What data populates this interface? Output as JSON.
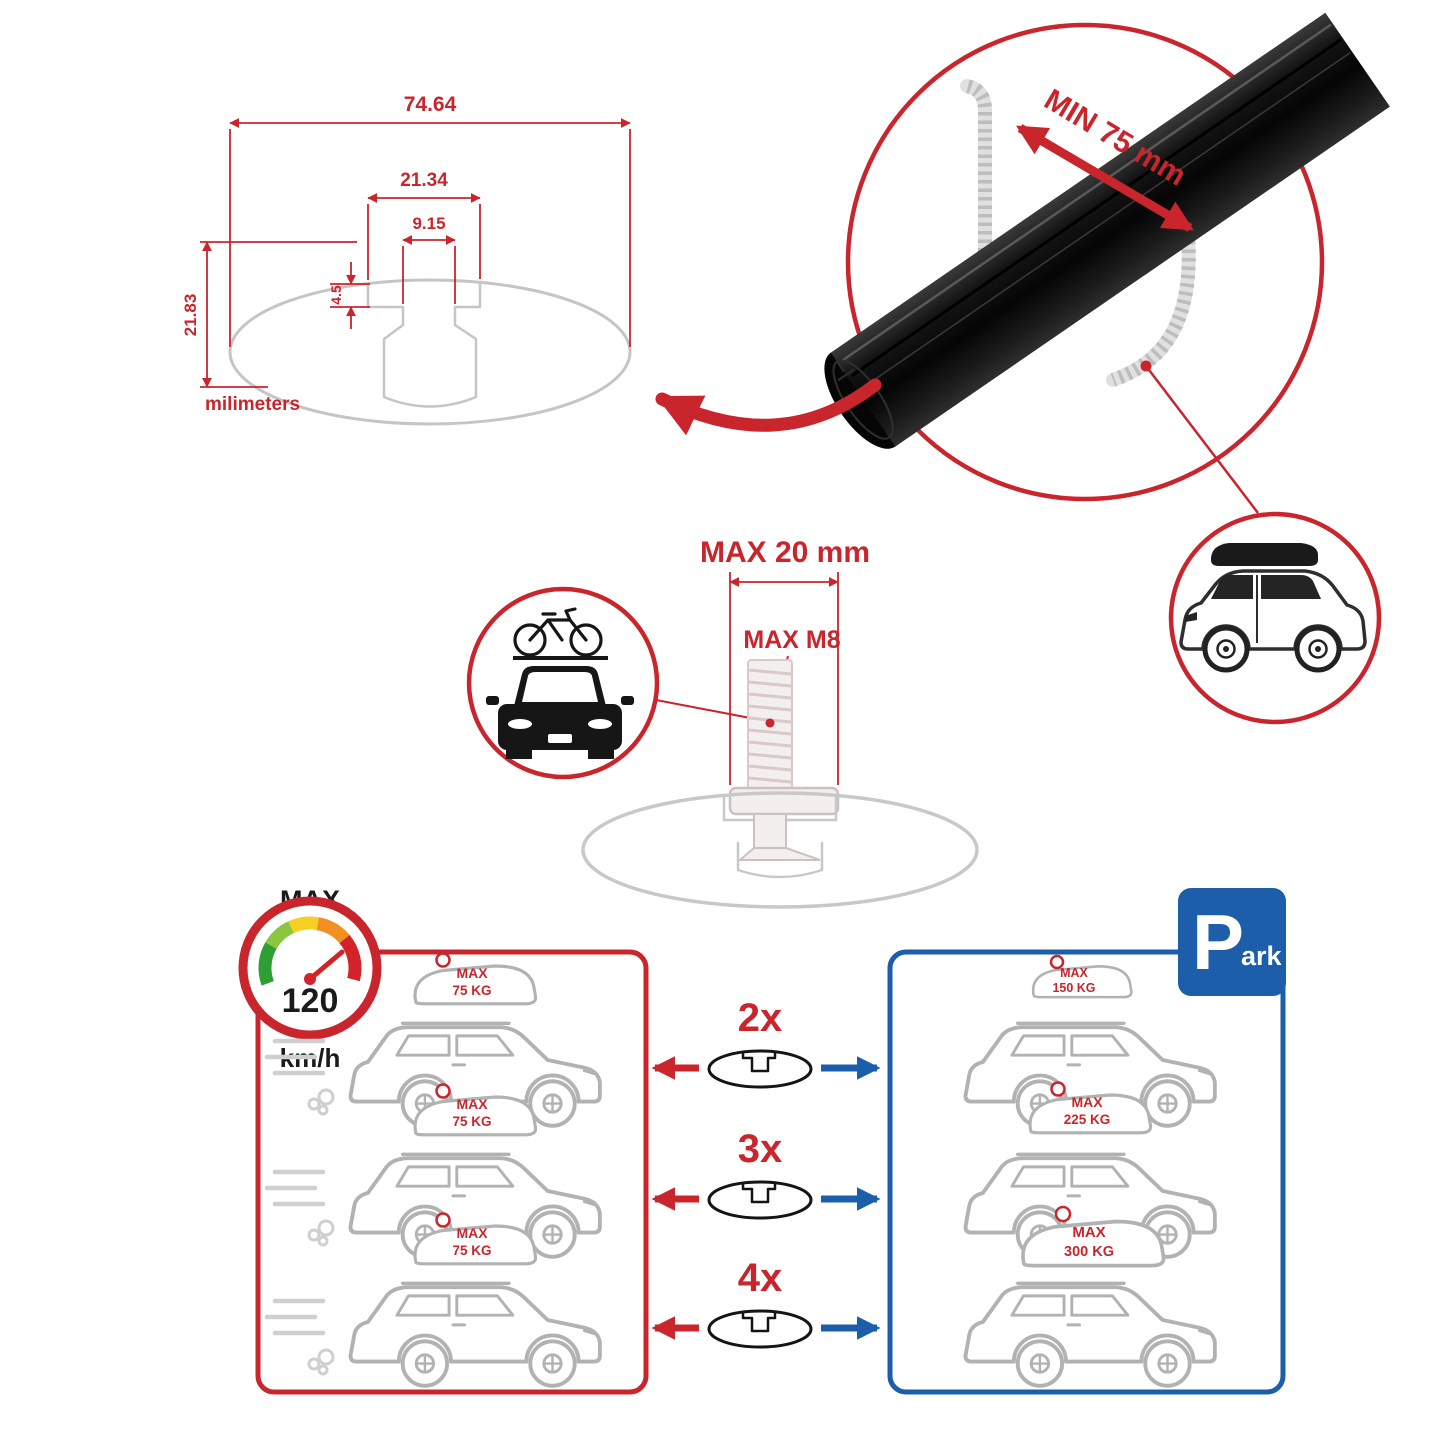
{
  "colors": {
    "accent_red": "#c9252c",
    "accent_blue": "#1c5ea9",
    "sketch_gray": "#b2b2b2",
    "bar_black": "#0a0a0a"
  },
  "profile_drawing": {
    "width_total": "74.64",
    "slot_outer_width": "21.34",
    "slot_inner_width": "9.15",
    "lip_depth": "4.5",
    "height_total": "21.83",
    "units_label": "milimeters"
  },
  "clamp_detail": {
    "min_clearance": "MIN 75 mm"
  },
  "bolt_detail": {
    "max_length": "MAX 20 mm",
    "max_thread": "MAX M8"
  },
  "speed_limit": {
    "label": "MAX",
    "value": "120",
    "unit": "km/h"
  },
  "left_panel": {
    "cars": [
      {
        "load_label": "MAX",
        "load_value": "75 KG"
      },
      {
        "load_label": "MAX",
        "load_value": "75 KG"
      },
      {
        "load_label": "MAX",
        "load_value": "75 KG"
      }
    ]
  },
  "crossbar_options": [
    {
      "multiplier": "2x"
    },
    {
      "multiplier": "3x"
    },
    {
      "multiplier": "4x"
    }
  ],
  "right_panel": {
    "park_sign": {
      "letter": "P",
      "suffix": "ark"
    },
    "cars": [
      {
        "load_label": "MAX",
        "load_value": "150 KG"
      },
      {
        "load_label": "MAX",
        "load_value": "225 KG"
      },
      {
        "load_label": "MAX",
        "load_value": "300 KG"
      }
    ]
  }
}
